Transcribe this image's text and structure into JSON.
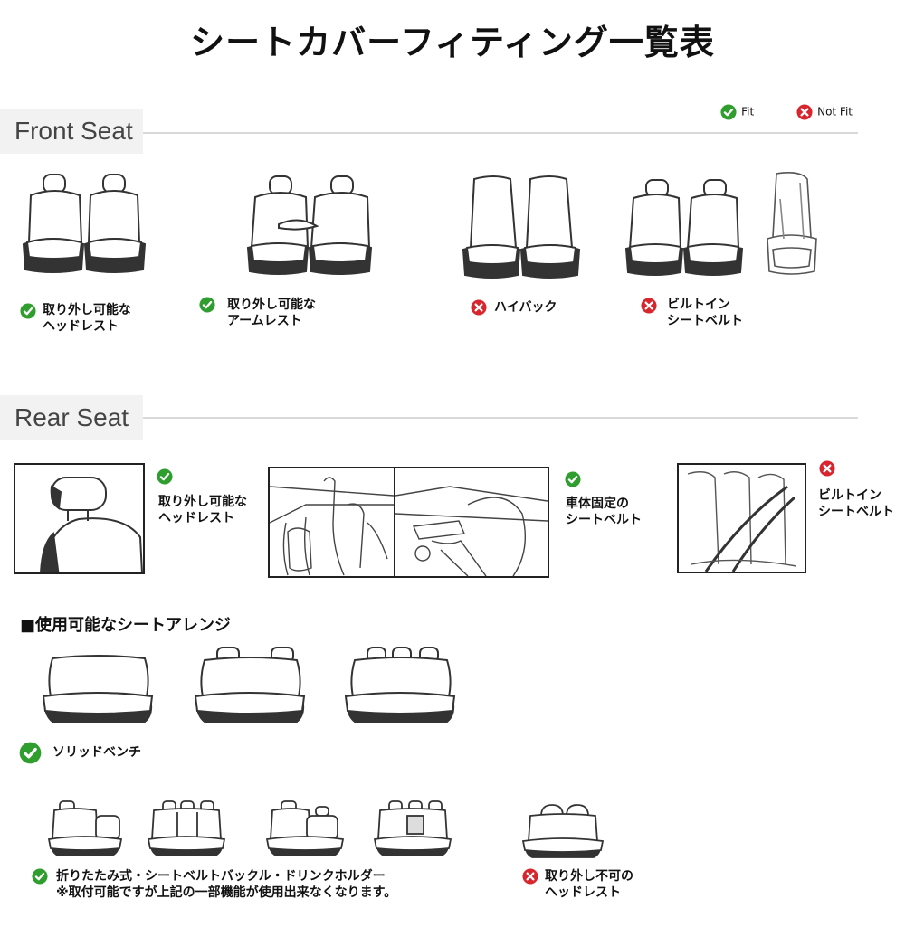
{
  "title": "シートカバーフィティング一覧表",
  "legend": {
    "fit": "Fit",
    "not_fit": "Not Fit"
  },
  "front": {
    "header": "Front Seat",
    "items": [
      {
        "status": "fit",
        "line1": "取り外し可能な",
        "line2": "ヘッドレスト"
      },
      {
        "status": "fit",
        "line1": "取り外し可能な",
        "line2": "アームレスト"
      },
      {
        "status": "not_fit",
        "line1": "ハイバック",
        "line2": ""
      },
      {
        "status": "not_fit",
        "line1": "ビルトイン",
        "line2": "シートベルト"
      }
    ]
  },
  "rear": {
    "header": "Rear Seat",
    "items": [
      {
        "status": "fit",
        "line1": "取り外し可能な",
        "line2": "ヘッドレスト"
      },
      {
        "status": "fit",
        "line1": "車体固定の",
        "line2": "シートベルト"
      },
      {
        "status": "not_fit",
        "line1": "ビルトイン",
        "line2": "シートベルト"
      }
    ]
  },
  "arrangements": {
    "header": "■使用可能なシートアレンジ",
    "solid_bench": {
      "status": "fit",
      "label": "ソリッドベンチ"
    },
    "folding": {
      "status": "fit",
      "line1": "折りたたみ式・シートベルトバックル・ドリンクホルダー",
      "line2": "※取付可能ですが上記の一部機能が使用出来なくなります。"
    },
    "fixed_headrest": {
      "status": "not_fit",
      "line1": "取り外し不可の",
      "line2": "ヘッドレスト"
    }
  },
  "colors": {
    "fit": "#2f9e2f",
    "not_fit": "#d8262f",
    "seat_dark": "#333333"
  }
}
